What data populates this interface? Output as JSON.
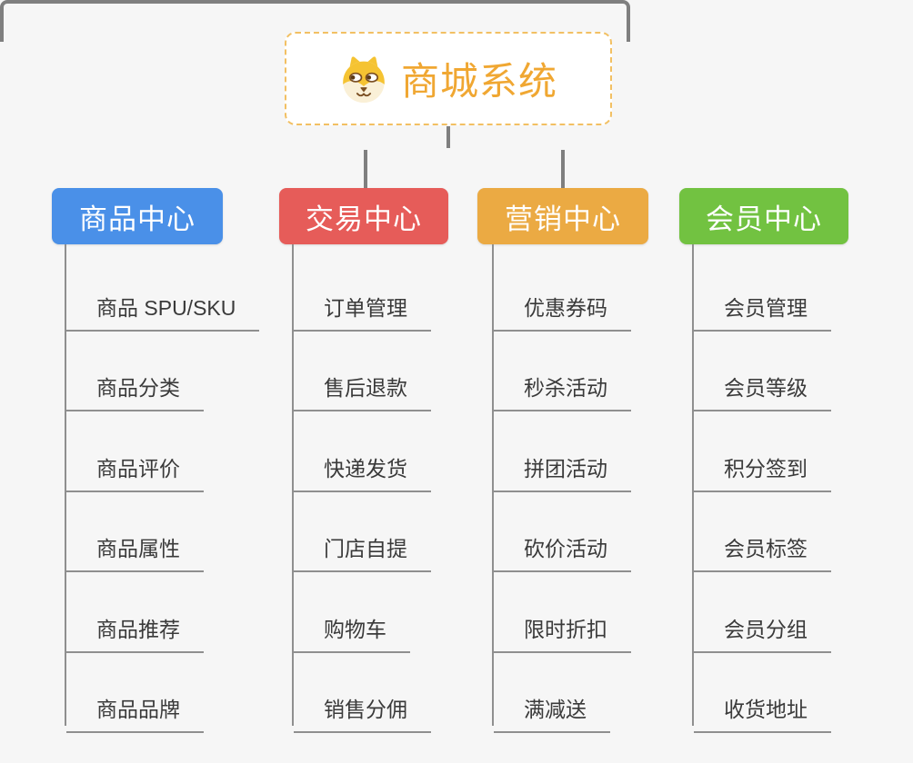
{
  "page": {
    "background_color": "#f6f6f6",
    "connector_color": "#7f7f7f",
    "child_line_color": "#8f8f8f"
  },
  "root": {
    "title": "商城系统",
    "icon": "dog-face-icon",
    "text_color": "#f0a732",
    "border_color": "#f2c063"
  },
  "branches": [
    {
      "label": "商品中心",
      "color": "#4a90e8",
      "children": [
        "商品 SPU/SKU",
        "商品分类",
        "商品评价",
        "商品属性",
        "商品推荐",
        "商品品牌"
      ]
    },
    {
      "label": "交易中心",
      "color": "#e65c59",
      "children": [
        "订单管理",
        "售后退款",
        "快递发货",
        "门店自提",
        "购物车",
        "销售分佣"
      ]
    },
    {
      "label": "营销中心",
      "color": "#ebaa43",
      "children": [
        "优惠券码",
        "秒杀活动",
        "拼团活动",
        "砍价活动",
        "限时折扣",
        "满减送"
      ]
    },
    {
      "label": "会员中心",
      "color": "#72c241",
      "children": [
        "会员管理",
        "会员等级",
        "积分签到",
        "会员标签",
        "会员分组",
        "收货地址"
      ]
    }
  ]
}
